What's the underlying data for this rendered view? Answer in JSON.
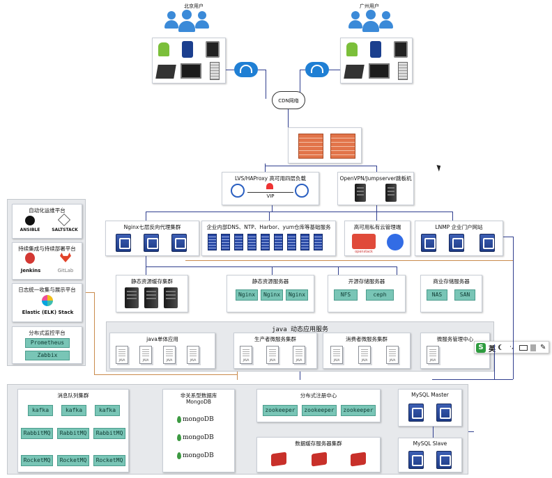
{
  "top": {
    "beijing_users": "北京用户",
    "guangzhou_users": "广州用户",
    "cdn": "CDN网络"
  },
  "lb": {
    "title": "LVS/HAProxy 高可用四层负载",
    "vip": "VIP"
  },
  "jump": {
    "title": "OpenVPN/Jumpserver跳板机"
  },
  "row1": {
    "nginx": "Nginx七层反向代理集群",
    "infra": "企业内部DNS、NTP、Harbor、yum仓库等基础服务",
    "cloud": "高可用私有云管理端",
    "openstack": "openstack",
    "lnmp": "LNMP 企业门户网站"
  },
  "row2": {
    "static_cache": "静态资源缓存集群",
    "static_server": "静态资源服务器",
    "nginx_labels": [
      "Nginx",
      "Nginx",
      "Nginx"
    ],
    "open_storage": "开源存储服务器",
    "open_labels": [
      "NFS",
      "ceph"
    ],
    "biz_storage": "商业存储服务器",
    "biz_labels": [
      "NAS",
      "SAN"
    ]
  },
  "sidebar": {
    "automation": "自动化运维平台",
    "ansible": "ANSIBLE",
    "saltstack": "SALTSTACK",
    "ci": "持续集成与持续部署平台",
    "jenkins": "Jenkins",
    "gitlab": "GitLab",
    "log": "日志统一收集与展示平台",
    "elk": "Elastic (ELK) Stack",
    "monitor": "分布式监控平台",
    "prometheus": "Prometheus",
    "zabbix": "Zabbix"
  },
  "java": {
    "title": "java 动态应用服务",
    "monolith": "java单体应用",
    "producer": "生产者微服务集群",
    "consumer": "消费者微服务集群",
    "mgmt": "微服务管理中心",
    "doc_label": "JAVA"
  },
  "ime": {
    "mode": "英"
  },
  "bottom": {
    "mq": "消息队列集群",
    "kafka": [
      "kafka",
      "kafka",
      "kafka"
    ],
    "rabbit": [
      "RabbitMQ",
      "RabbitMQ",
      "RabbitMQ"
    ],
    "rocket": [
      "RocketMQ",
      "RocketMQ",
      "RocketMQ"
    ],
    "nosql": "非关系型数据库",
    "mongo_title": "MongoDB",
    "mongo": [
      "mongoDB",
      "mongoDB",
      "mongoDB"
    ],
    "registry": "分布式注册中心",
    "zk": [
      "zookeeper",
      "zookeeper",
      "zookeeper"
    ],
    "cache": "数据缓存服务器集群",
    "mysql_master": "MySQL Master",
    "mysql_slave": "MySQL Slave"
  },
  "colors": {
    "wire": "#2f3e8e",
    "accent_wire": "#c98a4b",
    "teal": "#79c5b6",
    "server_blue": "#2a4aa5"
  }
}
